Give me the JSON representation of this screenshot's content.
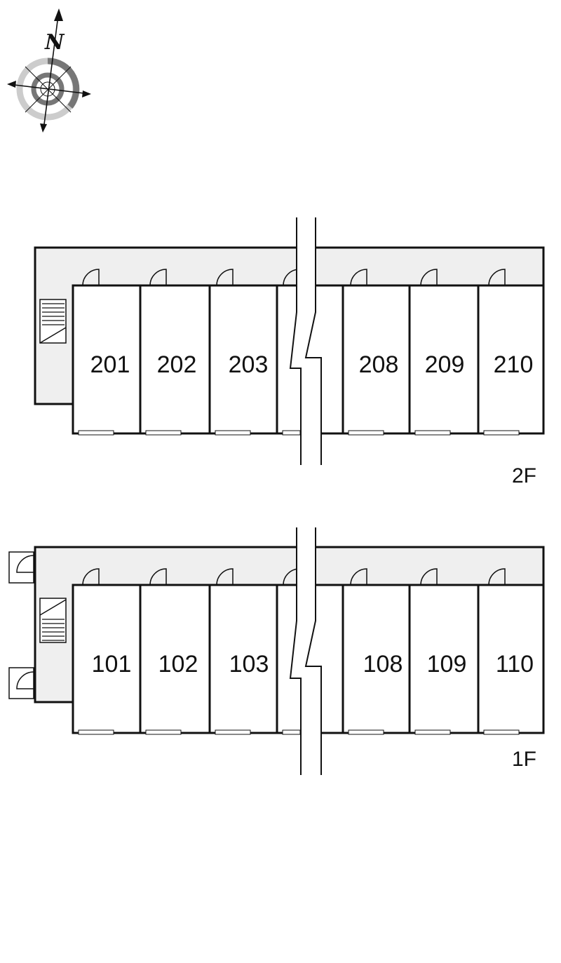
{
  "compass": {
    "north_label": "N",
    "icon": "compass-icon"
  },
  "floors": [
    {
      "id": "2f",
      "label": "2F",
      "units": [
        "201",
        "202",
        "203",
        "",
        "208",
        "209",
        "210"
      ]
    },
    {
      "id": "1f",
      "label": "1F",
      "units": [
        "101",
        "102",
        "103",
        "",
        "108",
        "109",
        "110"
      ]
    }
  ],
  "colors": {
    "corridor": "#efefef",
    "wall": "#111111",
    "compass_light": "#cccccc",
    "compass_dark": "#777777"
  }
}
